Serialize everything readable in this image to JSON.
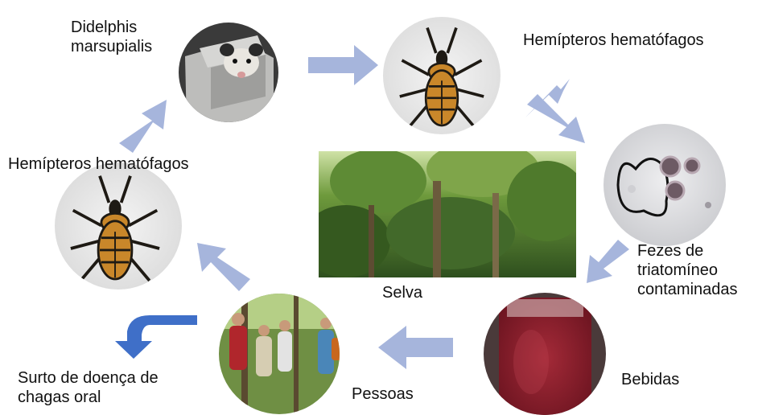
{
  "labels": {
    "opossum": "Didelphis\nmarsupialis",
    "bug_top": "Hemípteros hematófagos",
    "bug_left": "Hemípteros hematófagos",
    "feces": "Fezes de\ntriatomíneo\ncontaminadas",
    "drinks": "Bebidas",
    "people": "Pessoas",
    "forest": "Selva",
    "outbreak": "Surto de doença de\nchagas oral"
  },
  "colors": {
    "cycle_arrow": "#a6b5dc",
    "outbreak_arrow": "#3f6fc8",
    "bug_body": "#c9872a",
    "bug_dark": "#1e1a14",
    "forest_green": "#3f6a2a",
    "drink_red": "#8e1d2c"
  },
  "icons": [
    "opossum-photo",
    "kissing-bug-photo",
    "microscope-cell-photo",
    "red-drink-jar-photo",
    "people-hiking-photo",
    "forest-photo",
    "cycle-arrow",
    "outbreak-arrow"
  ]
}
